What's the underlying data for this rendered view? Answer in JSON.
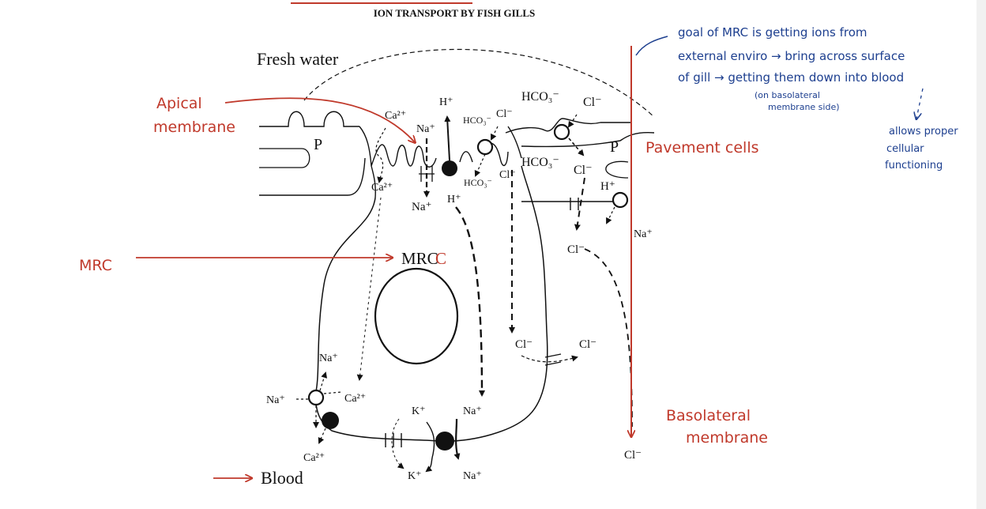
{
  "header": {
    "title": "ION TRANSPORT BY FISH GILLS"
  },
  "diagram": {
    "fresh_water": "Fresh water",
    "blood": "Blood",
    "pavement_left": "P",
    "pavement_right": "P",
    "mrc_label": "MRC",
    "ions": {
      "ca_apical": "Ca²⁺",
      "ca_inner": "Ca²⁺",
      "h_top": "H⁺",
      "na_top": "Na⁺",
      "na_mid": "Na⁺",
      "h_mid": "H⁺",
      "hco3_small_a": "HCO₃⁻",
      "cl_small_a": "Cl⁻",
      "hco3_small_b": "HCO₃⁻",
      "cl_small_b": "Cl⁻",
      "hco3_pv_top": "HCO₃⁻",
      "cl_pv_top": "Cl⁻",
      "hco3_pv_mid": "HCO₃⁻",
      "cl_pv_mid": "Cl⁻",
      "h_pv": "H⁺",
      "na_pv": "Na⁺",
      "cl_pv_low": "Cl⁻",
      "cl_bl_a": "Cl⁻",
      "cl_bl_b": "Cl⁻",
      "cl_bottom": "Cl⁻",
      "na_bl_up": "Na⁺",
      "na_bl_left": "Na⁺",
      "ca_bl_right": "Ca²⁺",
      "ca_bl_low": "Ca²⁺",
      "k_top": "K⁺",
      "na_pump_top": "Na⁺",
      "k_bottom": "K⁺",
      "na_pump_bottom": "Na⁺"
    }
  },
  "annotations": {
    "apical": [
      "Apical",
      "membrane"
    ],
    "mrc": "MRC",
    "mrc_c": "C",
    "pavement_cells": "Pavement cells",
    "basolateral": [
      "Basolateral",
      "membrane"
    ],
    "goal": [
      "goal of MRC is getting ions from",
      "external enviro → bring across surface",
      "of gill → getting them down into blood"
    ],
    "goal_sub": [
      "(on basolateral",
      "membrane side)"
    ],
    "allows": [
      "allows proper",
      "cellular",
      "functioning"
    ]
  },
  "colors": {
    "annotation_red": "#c0392b",
    "annotation_blue": "#1d3f8f",
    "ink": "#111111"
  }
}
